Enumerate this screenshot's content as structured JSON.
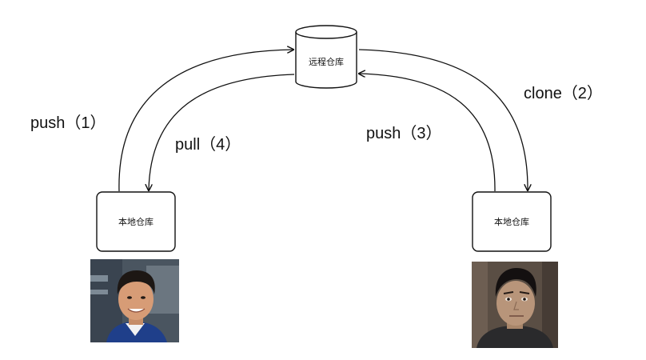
{
  "nodes": {
    "remote_repo": "远程仓库",
    "local_repo_left": "本地仓库",
    "local_repo_right": "本地仓库"
  },
  "edges": {
    "push_1": "push（1）",
    "pull_4": "pull（4）",
    "push_3": "push（3）",
    "clone_2": "clone（2）"
  },
  "photos": {
    "left": "person-photo-smiling",
    "right": "person-photo-serious"
  },
  "colors": {
    "stroke": "#111111",
    "background": "#ffffff"
  }
}
